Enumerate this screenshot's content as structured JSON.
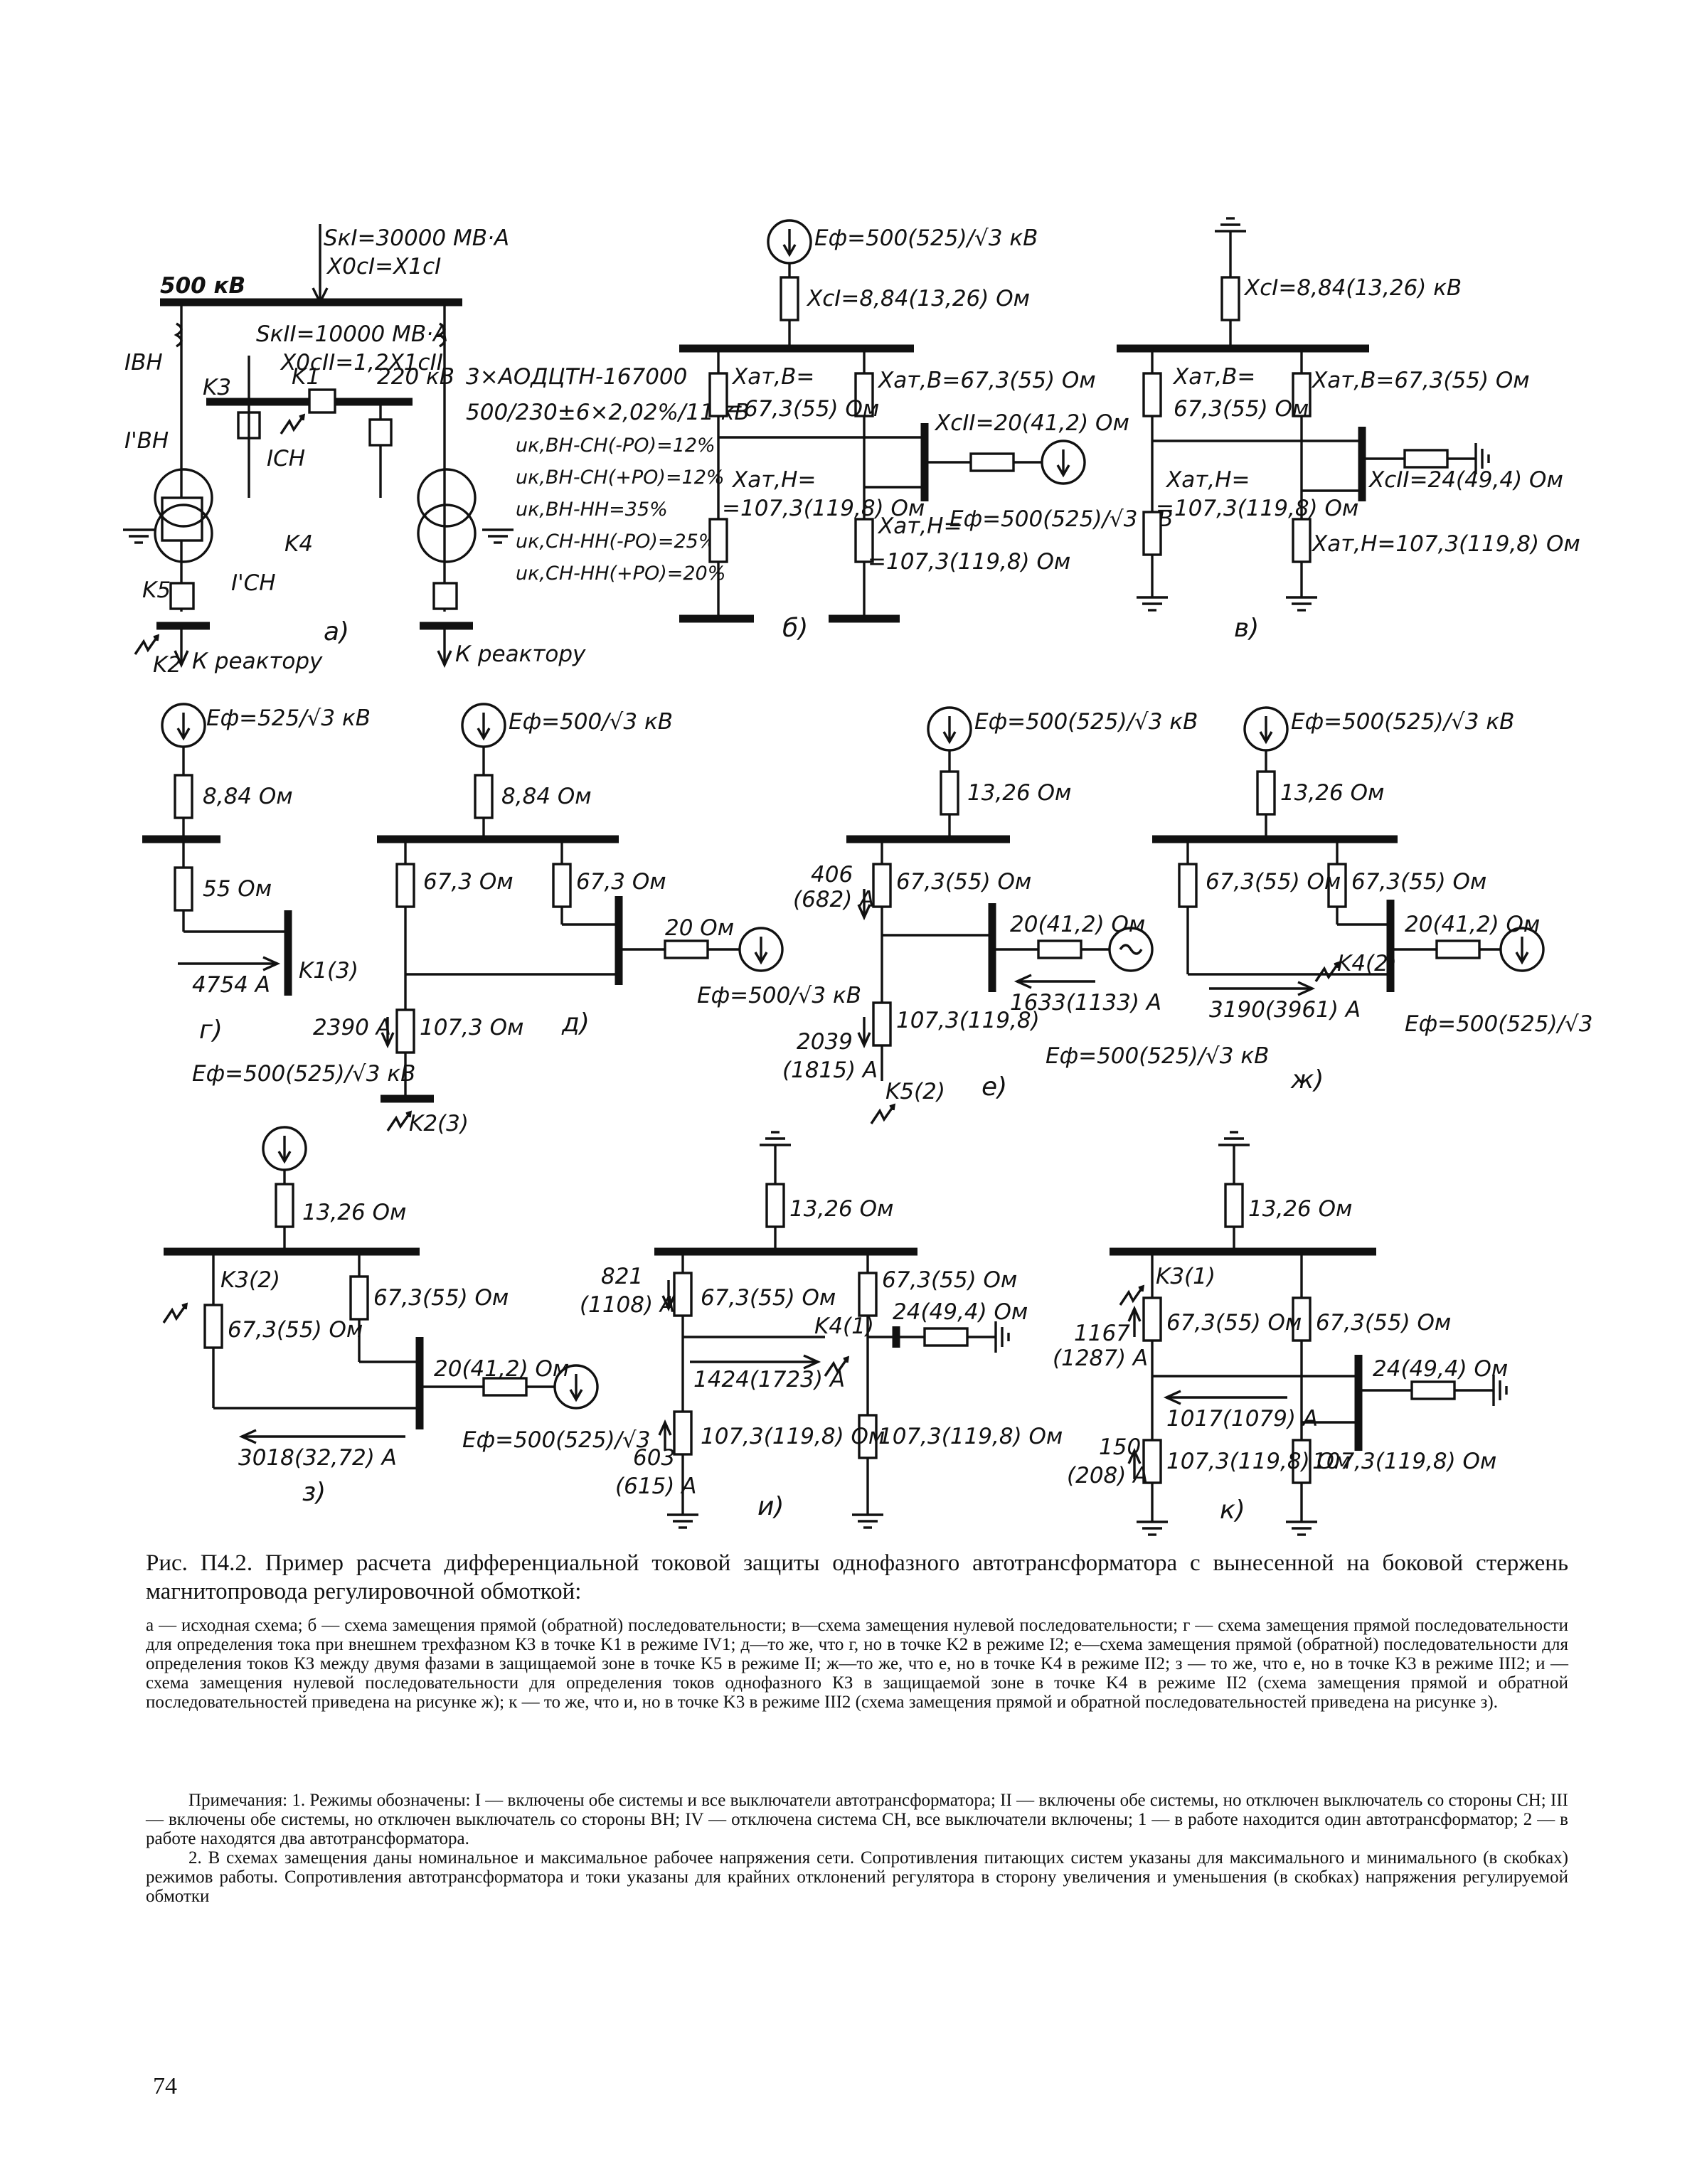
{
  "figure": {
    "a": {
      "skI": "SкI=30000 МВ·А",
      "x0sI": "X0cI=X1cI",
      "bus500": "500 кВ",
      "skII": "SкII=10000 МВ·А",
      "x0sII": "X0cII=1,2X1cII",
      "bus220": "220 кВ",
      "k1": "K1",
      "k3": "K3",
      "k4": "K4",
      "k5": "K5",
      "k2": "K2",
      "ibh": "IВН",
      "ibh2": "I'ВН",
      "ich": "IСН",
      "ich2": "I'СН",
      "type": "3×АОДЦТН-167000",
      "rating": "500/230±6×2,02%/11 кВ",
      "u1": "uк,ВН-СН(-РО)=12%",
      "u2": "uк,ВН-СН(+РО)=12%",
      "u3": "uк,ВН-НН=35%",
      "u4": "uк,СН-НН(-РО)=25%",
      "u5": "uк,СН-НН(+РО)=20%",
      "reactor1": "К реактору",
      "reactor2": "К реактору",
      "letter": "а)"
    },
    "b": {
      "ef": "Eф=500(525)/√3 кВ",
      "xc": "XcI=8,84(13,26) Ом",
      "xatv_l": "Xат,В=",
      "xatv_l2": "=67,3(55) Ом",
      "xatv_r": "Xат,В=67,3(55) Ом",
      "xcII": "XcII=20(41,2) Ом",
      "xath_l": "Xат,Н=",
      "xath_l2": "=107,3(119,8) Ом",
      "ef2": "Eф=500(525)/√3 кВ",
      "xath_r": "Xат,Н=",
      "xath_r2": "=107,3(119,8) Ом",
      "letter": "б)"
    },
    "v": {
      "xc": "XcI=8,84(13,26) кВ",
      "xatv_l": "Xат,В=",
      "xatv_l2": "67,3(55) Ом",
      "xatv_r": "Xат,В=67,3(55) Ом",
      "xath_l": "Xат,Н=",
      "xath_l2": "=107,3(119,8) Ом",
      "xcII": "XcII=24(49,4) Ом",
      "xath_r": "Xат,Н=107,3(119,8) Ом",
      "letter": "в)"
    },
    "g": {
      "ef": "Eф=525/√3 кВ",
      "r1": "8,84 Ом",
      "r2": "55 Ом",
      "i": "4754 А",
      "k": "K1(3)",
      "letter": "г)"
    },
    "d": {
      "ef": "Eф=500/√3 кВ",
      "r1": "8,84 Ом",
      "r2": "67,3 Ом",
      "r3": "67,3 Ом",
      "r4": "20 Ом",
      "ef2": "Eф=500/√3 кВ",
      "i": "2390 А",
      "r5": "107,3 Ом",
      "ef3": "Eф=500(525)/√3 кВ",
      "k": "K2(3)",
      "letter": "д)"
    },
    "e": {
      "ef": "Eф=500(525)/√3 кВ",
      "r1": "13,26 Ом",
      "i1": "406",
      "i1b": "(682) А",
      "r2": "67,3(55) Ом",
      "r3": "20(41,2) Ом",
      "i2": "1633(1133) А",
      "r4": "107,3(119,8)",
      "i3": "2039",
      "i3b": "(1815) А",
      "k": "K5(2)",
      "ef2": "Eф=500(525)/√3 кВ",
      "letter": "е)"
    },
    "zh": {
      "ef": "Eф=500(525)/√3 кВ",
      "r1": "13,26 Ом",
      "r2": "67,3(55) Ом",
      "r3": "67,3(55) Ом",
      "r4": "20(41,2) Ом",
      "k": "K4(2)",
      "i": "3190(3961) А",
      "ef2": "Eф=500(525)/√3",
      "letter": "ж)"
    },
    "z": {
      "r1": "13,26 Ом",
      "k": "K3(2)",
      "r2": "67,3(55) Ом",
      "r3": "67,3(55) Ом",
      "r4": "20(41,2) Ом",
      "i": "3018(32,72) А",
      "ef": "Eф=500(525)/√3",
      "letter": "з)"
    },
    "i": {
      "r1": "13,26 Ом",
      "i1": "821",
      "i1b": "(1108) А",
      "r2": "67,3(55) Ом",
      "r3": "67,3(55) Ом",
      "k": "K4(1)",
      "r4": "24(49,4) Ом",
      "i2": "1424(1723) А",
      "r5": "107,3(119,8) Ом",
      "r6": "107,3(119,8) Ом",
      "i3": "603",
      "i3b": "(615) А",
      "letter": "и)"
    },
    "k": {
      "r1": "13,26 Ом",
      "k": "K3(1)",
      "i1": "1167",
      "i1b": "(1287) А",
      "r2": "67,3(55) Ом",
      "r3": "67,3(55) Ом",
      "r4": "24(49,4) Ом",
      "i2": "1017(1079) А",
      "i3": "150",
      "i3b": "(208) А",
      "r5": "107,3(119,8) Ом",
      "r6": "107,3(119,8) Ом",
      "letter": "к)"
    }
  },
  "caption": "Рис. П4.2. Пример расчета дифференциальной токовой защиты однофазного автотрансформатора с вынесенной на боковой стержень магнитопровода регулировочной обмоткой:",
  "legend": "а — исходная схема; б — схема замещения прямой (обратной) последовательности; в—схема замещения нулевой последовательности; г — схема замещения прямой последовательности для определения тока при внешнем трехфазном КЗ в точке K1 в режиме IV1; д—то же, что г, но в точке K2 в режиме I2; е—схема замещения прямой (обратной) последовательности для определения токов КЗ между двумя фазами в защищаемой зоне в точке K5 в режиме II; ж—то же, что е, но в точке K4 в режиме II2; з — то же, что е, но в точке K3 в режиме III2; и — схема замещения нулевой последовательности для определения токов однофазного КЗ в защищаемой зоне в точке K4 в режиме II2 (схема замещения прямой и обратной последовательностей приведена на рисунке ж); к — то же, что и, но в точке K3 в режиме III2 (схема замещения прямой и обратной последовательностей приведена на рисунке з).",
  "notes": [
    "Примечания: 1. Режимы обозначены: I — включены обе системы и все выключатели автотрансформатора; II — включены обе системы, но отключен выключатель со стороны СН; III — включены обе системы, но отключен выключатель со стороны ВН; IV — отключена система СН, все выключатели включены; 1 — в работе находится один автотрансформатор; 2 — в работе находятся два автотрансформатора.",
    "2. В схемах замещения даны номинальное и максимальное рабочее напряжения сети. Сопротивления питающих систем указаны для максимального и минимального (в скобках) режимов работы. Сопротивления автотрансформатора и токи указаны для крайних отклонений регулятора в сторону увеличения и уменьшения (в скобках) напряжения регулируемой обмотки"
  ],
  "page_number": "74"
}
